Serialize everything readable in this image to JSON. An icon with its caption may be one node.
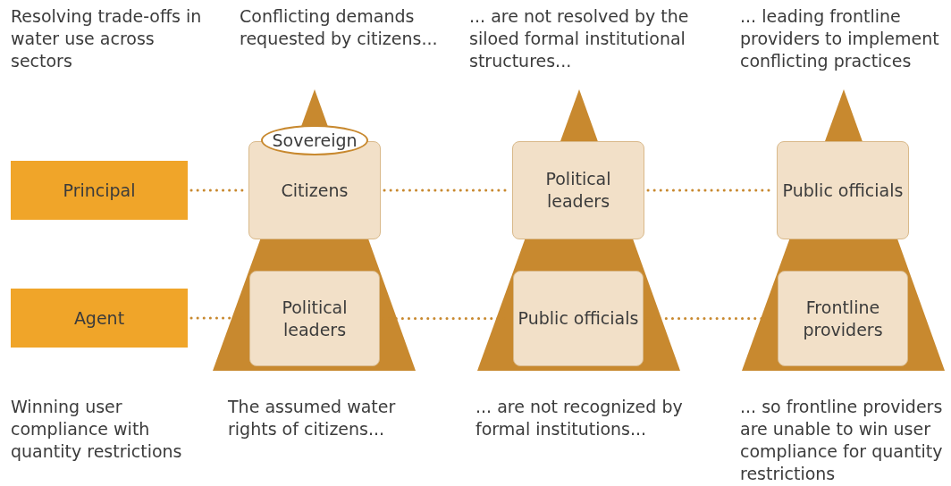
{
  "diagram": {
    "nodes": [
      {
        "text": [
          "Principal"
        ]
      },
      {
        "text": [
          "Sovereign"
        ]
      },
      {
        "text": [
          "Citizens"
        ]
      },
      {
        "text": [
          "Political leaders"
        ]
      },
      {
        "text": [
          "Public officials"
        ]
      },
      {
        "text": [
          "Agent"
        ]
      },
      {
        "text": [
          "Political leaders"
        ]
      },
      {
        "text": [
          "Public officials"
        ]
      },
      {
        "text": [
          "Frontline providers"
        ]
      }
    ],
    "edges": [
      {
        "from": 0,
        "to": 2,
        "arrow": "none",
        "style": "dashed"
      },
      {
        "from": 2,
        "to": 3,
        "arrow": "none",
        "style": "dashed"
      },
      {
        "from": 3,
        "to": 4,
        "arrow": "none",
        "style": "dashed"
      },
      {
        "from": 5,
        "to": 6,
        "arrow": "none",
        "style": "dashed"
      },
      {
        "from": 6,
        "to": 7,
        "arrow": "none",
        "style": "dashed"
      },
      {
        "from": 7,
        "to": 8,
        "arrow": "none",
        "style": "dashed"
      }
    ],
    "labels": [
      "Resolving trade-offs in water use across sectors",
      "Conflicting demands requested by citizens...",
      "... are not resolved by the siloed formal institutional structures...",
      "... leading frontline providers to implement conflicting practices",
      "Winning user compliance with quantity restrictions",
      "The assumed water rights of citizens...",
      "... are not recognized by formal institutions...",
      "... so frontline providers are unable to win user compliance for quantity restrictions"
    ]
  }
}
